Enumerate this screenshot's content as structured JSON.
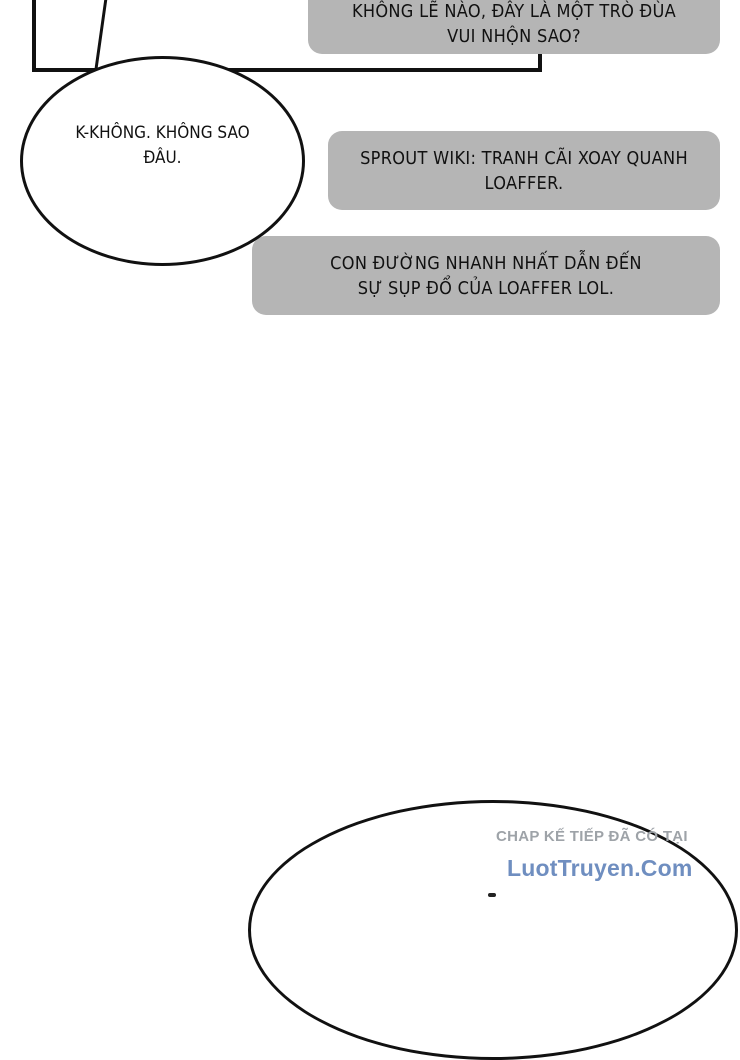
{
  "captions": {
    "top": [
      "KHÔNG LẼ NÀO, ĐÂY LÀ MỘT TRÒ ĐÙA",
      "VUI NHỘN SAO?"
    ],
    "middle": [
      "SPROUT WIKI: TRANH CÃI XOAY QUANH",
      "LOAFFER."
    ],
    "bottom": [
      "CON ĐƯỜNG NHANH NHẤT DẪN ĐẾN",
      "SỰ SỤP ĐỔ CỦA LOAFFER LOL."
    ]
  },
  "speech_bubble": {
    "lines": [
      "K-KHÔNG. KHÔNG SAO",
      "ĐÂU."
    ]
  },
  "watermark": {
    "next_chapter": "CHAP KẾ TIẾP ĐÃ CÓ TẠI",
    "site": "LuotTruyen.Com"
  }
}
